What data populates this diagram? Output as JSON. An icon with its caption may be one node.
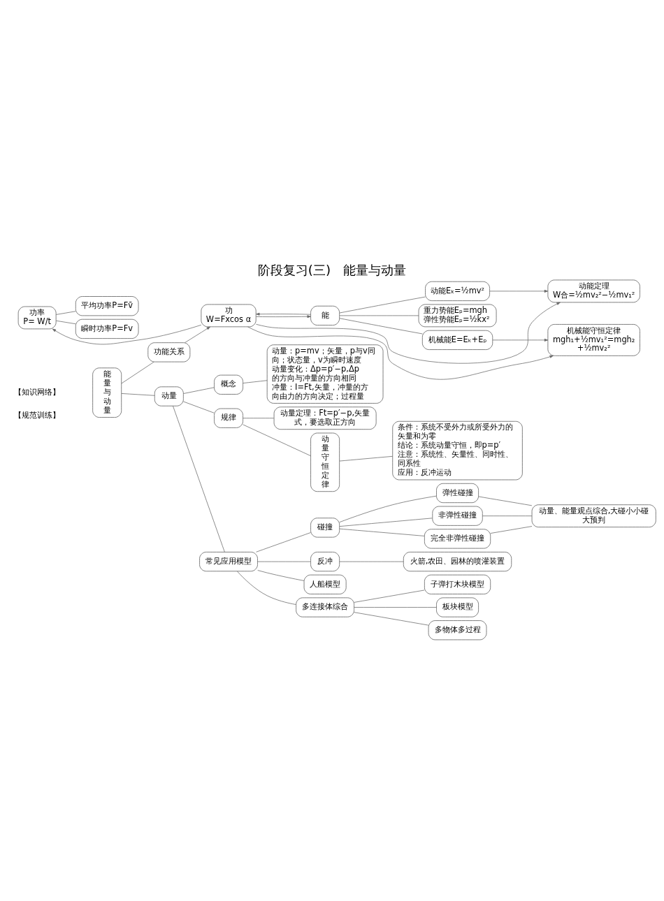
{
  "diagram": {
    "title": "阶段复习(三)　能量与动量",
    "nodes": [
      {
        "text": [
          "能量与动量"
        ]
      },
      {
        "text": [
          "功能关系"
        ]
      },
      {
        "text": [
          "动量"
        ]
      },
      {
        "text": [
          "功率",
          "P= W/t"
        ]
      },
      {
        "text": [
          "平均功率P=Fv̄"
        ]
      },
      {
        "text": [
          "瞬时功率P=Fv"
        ]
      },
      {
        "text": [
          "功",
          "W=Fxcos α"
        ]
      },
      {
        "text": [
          "能"
        ]
      },
      {
        "text": [
          "动能Eₖ=½mv²"
        ]
      },
      {
        "text": [
          "重力势能Eₚ=mgh",
          "弹性势能Eₚ=½kx²"
        ]
      },
      {
        "text": [
          "机械能E=Eₖ+Eₚ"
        ]
      },
      {
        "text": [
          "动能定理",
          "W合=½mv₂²−½mv₁²"
        ]
      },
      {
        "text": [
          "机械能守恒定律",
          "mgh₁+½mv₁²=mgh₂+½mv₂²"
        ]
      },
      {
        "text": [
          "概念"
        ]
      },
      {
        "text": [
          "动量：p=mv；矢量，p与v同向；状态量，v为瞬时速度",
          "动量变化：Δp=p′−p,Δp的方向与冲量的方向相同",
          "冲量：I=Ft,矢量，冲量的方向由力的方向决定；过程量"
        ]
      },
      {
        "text": [
          "规律"
        ]
      },
      {
        "text": [
          "动量定理：Ft=p′−p,矢量式，要选取正方向"
        ]
      },
      {
        "text": [
          "动量守恒定律"
        ]
      },
      {
        "text": [
          "条件：系统不受外力或所受外力的矢量和为零",
          "结论：系统动量守恒，即p=p′",
          "注意：系统性、矢量性、同时性、同系性",
          "应用：反冲运动"
        ]
      },
      {
        "text": [
          "常见应用模型"
        ]
      },
      {
        "text": [
          "碰撞"
        ]
      },
      {
        "text": [
          "弹性碰撞"
        ]
      },
      {
        "text": [
          "非弹性碰撞"
        ]
      },
      {
        "text": [
          "完全非弹性碰撞"
        ]
      },
      {
        "text": [
          "动量、能量观点综合,大碰小小碰大预判"
        ]
      },
      {
        "text": [
          "反冲"
        ]
      },
      {
        "text": [
          "火箭,农田、园林的喷灌装置"
        ]
      },
      {
        "text": [
          "人船模型"
        ]
      },
      {
        "text": [
          "多连接体综合"
        ]
      },
      {
        "text": [
          "子弹打木块模型"
        ]
      },
      {
        "text": [
          "板块模型"
        ]
      },
      {
        "text": [
          "多物体多过程"
        ]
      }
    ],
    "edges": [
      {
        "from": 0,
        "to": 1,
        "arrow": "none"
      },
      {
        "from": 0,
        "to": 2,
        "arrow": "none"
      },
      {
        "from": 1,
        "to": 6,
        "arrow": "to"
      },
      {
        "from": 6,
        "to": 7,
        "arrow": "to"
      },
      {
        "from": 7,
        "to": 6,
        "arrow": "to"
      },
      {
        "from": 6,
        "to": 3,
        "arrow": "to"
      },
      {
        "from": 3,
        "to": 4,
        "arrow": "none"
      },
      {
        "from": 3,
        "to": 5,
        "arrow": "none"
      },
      {
        "from": 6,
        "to": 11,
        "arrow": "to"
      },
      {
        "from": 8,
        "to": 11,
        "arrow": "to"
      },
      {
        "from": 6,
        "to": 12,
        "arrow": "to"
      },
      {
        "from": 10,
        "to": 12,
        "arrow": "to"
      },
      {
        "from": 7,
        "to": 8,
        "arrow": "none"
      },
      {
        "from": 7,
        "to": 9,
        "arrow": "none"
      },
      {
        "from": 7,
        "to": 10,
        "arrow": "none"
      },
      {
        "from": 2,
        "to": 13,
        "arrow": "none"
      },
      {
        "from": 2,
        "to": 15,
        "arrow": "none"
      },
      {
        "from": 2,
        "to": 19,
        "arrow": "none"
      },
      {
        "from": 13,
        "to": 14,
        "arrow": "none"
      },
      {
        "from": 15,
        "to": 16,
        "arrow": "none"
      },
      {
        "from": 15,
        "to": 17,
        "arrow": "none"
      },
      {
        "from": 17,
        "to": 18,
        "arrow": "none"
      },
      {
        "from": 19,
        "to": 20,
        "arrow": "none"
      },
      {
        "from": 19,
        "to": 25,
        "arrow": "none"
      },
      {
        "from": 19,
        "to": 27,
        "arrow": "none"
      },
      {
        "from": 19,
        "to": 28,
        "arrow": "none"
      },
      {
        "from": 20,
        "to": 21,
        "arrow": "none"
      },
      {
        "from": 20,
        "to": 22,
        "arrow": "none"
      },
      {
        "from": 20,
        "to": 23,
        "arrow": "none"
      },
      {
        "from": 21,
        "to": 24,
        "arrow": "none"
      },
      {
        "from": 22,
        "to": 24,
        "arrow": "none"
      },
      {
        "from": 23,
        "to": 24,
        "arrow": "none"
      },
      {
        "from": 25,
        "to": 26,
        "arrow": "none"
      },
      {
        "from": 28,
        "to": 29,
        "arrow": "none"
      },
      {
        "from": 28,
        "to": 30,
        "arrow": "none"
      },
      {
        "from": 28,
        "to": 31,
        "arrow": "none"
      }
    ],
    "labels": [
      "【知识网络】",
      "【规范训练】"
    ]
  }
}
